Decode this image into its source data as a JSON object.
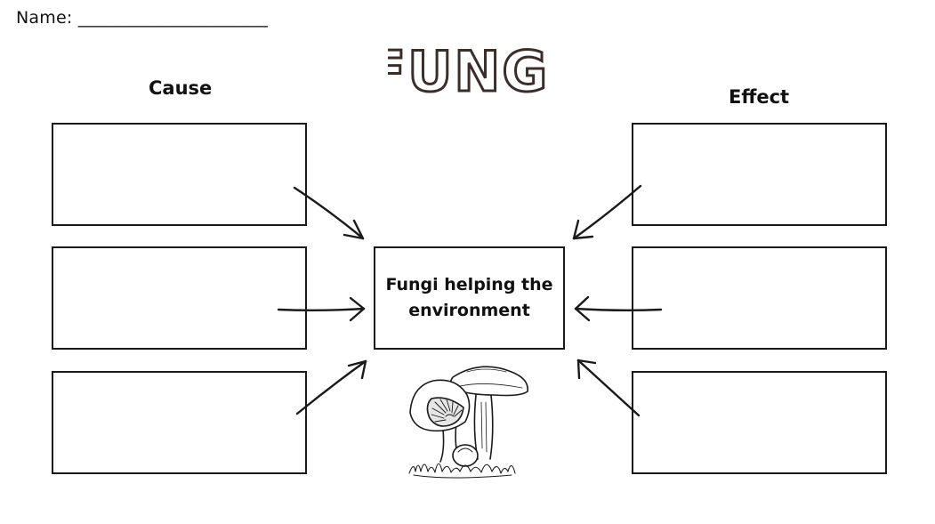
{
  "header": {
    "name_label": "Name: ______________________"
  },
  "title": {
    "text": "FUNGI"
  },
  "columns": {
    "cause_heading": "Cause",
    "effect_heading": "Effect"
  },
  "center": {
    "text": "Fungi helping the environment"
  },
  "cause_boxes": [
    "",
    "",
    ""
  ],
  "effect_boxes": [
    "",
    "",
    ""
  ],
  "colors": {
    "title_stroke": "#3a2e2a",
    "line": "#1a1a1a"
  },
  "icons": {
    "illustration": "mushroom-illustration"
  }
}
